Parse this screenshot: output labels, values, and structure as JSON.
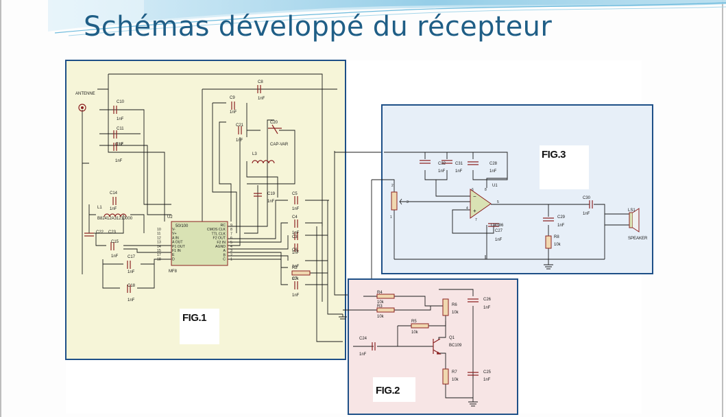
{
  "slide": {
    "title": "Schémas développé du récepteur"
  },
  "figures": [
    {
      "id": "fig1",
      "label": "FIG.1"
    },
    {
      "id": "fig2",
      "label": "FIG.2"
    },
    {
      "id": "fig3",
      "label": "FIG.3"
    }
  ],
  "fig1": {
    "antenna": "ANTENNE",
    "ic": {
      "ref": "U2",
      "part": "MF8",
      "name": "50/100",
      "left_pins": [
        "V-",
        "V+",
        "A IN",
        "A OUT",
        "P1 OUT",
        "F1 IN",
        "E",
        "D"
      ],
      "left_nums": [
        "10",
        "11",
        "12",
        "13",
        "14",
        "15",
        "17",
        "18"
      ],
      "right_pins": [
        "RC",
        "CMOS CLK",
        "TTL CLK",
        "F2 OUT",
        "F2 IN",
        "AGND",
        "A",
        "B",
        "C"
      ],
      "right_nums": [
        "9",
        "8",
        "7",
        "6",
        "5",
        "4",
        "3",
        "2",
        "1"
      ]
    },
    "components": [
      {
        "ref": "C8",
        "value": "1nF"
      },
      {
        "ref": "C9",
        "value": "1nF"
      },
      {
        "ref": "C10",
        "value": "1nF"
      },
      {
        "ref": "C11",
        "value": "1nF"
      },
      {
        "ref": "C12",
        "value": "1nF"
      },
      {
        "ref": "C20",
        "value": "CAP-VAR"
      },
      {
        "ref": "C21",
        "value": "1nF"
      },
      {
        "ref": "L3",
        "value": ""
      },
      {
        "ref": "C19",
        "value": "1nF"
      },
      {
        "ref": "C14",
        "value": "1nF"
      },
      {
        "ref": "L1",
        "value": "B82412A3121J000"
      },
      {
        "ref": "C22",
        "value": "1nF"
      },
      {
        "ref": "C23",
        "value": ""
      },
      {
        "ref": "C15",
        "value": "1nF"
      },
      {
        "ref": "C17",
        "value": "1nF"
      },
      {
        "ref": "C18",
        "value": "1nF"
      },
      {
        "ref": "C5",
        "value": "1nF"
      },
      {
        "ref": "C4",
        "value": "1nF"
      },
      {
        "ref": "C3",
        "value": "1nF"
      },
      {
        "ref": "C6",
        "value": "1nF"
      },
      {
        "ref": "R2",
        "value": "10k"
      },
      {
        "ref": "C7",
        "value": "1nF"
      }
    ]
  },
  "fig2": {
    "components": [
      {
        "ref": "R4",
        "value": "10k"
      },
      {
        "ref": "R3",
        "value": "10k"
      },
      {
        "ref": "R6",
        "value": "10k"
      },
      {
        "ref": "C26",
        "value": "1nF"
      },
      {
        "ref": "R5",
        "value": "10k"
      },
      {
        "ref": "C24",
        "value": "1nF"
      },
      {
        "ref": "Q1",
        "value": "BC109"
      },
      {
        "ref": "R7",
        "value": "10k"
      },
      {
        "ref": "C25",
        "value": "1nF"
      }
    ]
  },
  "fig3": {
    "opamp": {
      "ref": "U1",
      "part": "LM386"
    },
    "components": [
      {
        "ref": "C32",
        "value": "1nF"
      },
      {
        "ref": "C31",
        "value": "1nF"
      },
      {
        "ref": "C28",
        "value": "1nF"
      },
      {
        "ref": "C30",
        "value": "1nF"
      },
      {
        "ref": "C29",
        "value": "1nF"
      },
      {
        "ref": "C27",
        "value": "1nF"
      },
      {
        "ref": "R8",
        "value": "10k"
      },
      {
        "ref": "LS1",
        "value": "SPEAKER"
      }
    ],
    "pins": [
      "2",
      "3",
      "1",
      "6",
      "8",
      "4",
      "7",
      "5"
    ]
  },
  "colors": {
    "title": "#1f5e86",
    "fig1_fill": "#f6f5d8",
    "fig2_fill": "#f7e5e5",
    "fig3_fill": "#e7eff8",
    "frame": "#1d4f87",
    "wire": "#1a1a1a",
    "component": "#8b2020"
  }
}
